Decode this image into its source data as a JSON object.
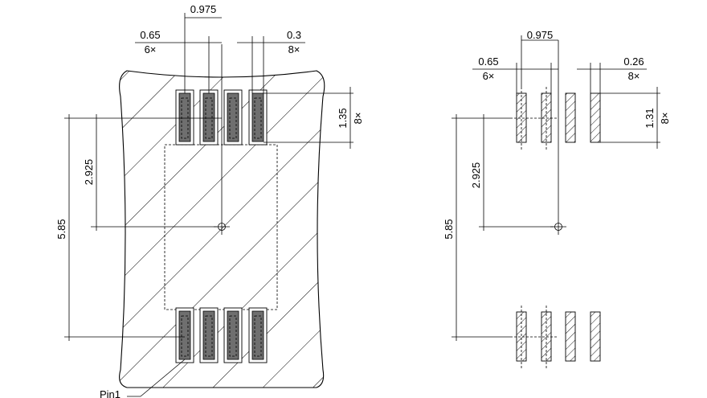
{
  "left_view": {
    "pitch": "0.975",
    "pad_width": "0.65",
    "pad_width_count": "6×",
    "pad_gap": "0.3",
    "pad_gap_count": "8×",
    "pad_length": "1.35",
    "pad_length_count": "8×",
    "half_span": "2.925",
    "full_span": "5.85",
    "pin_label": "Pin1"
  },
  "right_view": {
    "pitch": "0.975",
    "pad_width": "0.65",
    "pad_width_count": "6×",
    "pad_gap": "0.26",
    "pad_gap_count": "8×",
    "pad_length": "1.31",
    "pad_length_count": "8×",
    "half_span": "2.925",
    "full_span": "5.85"
  }
}
